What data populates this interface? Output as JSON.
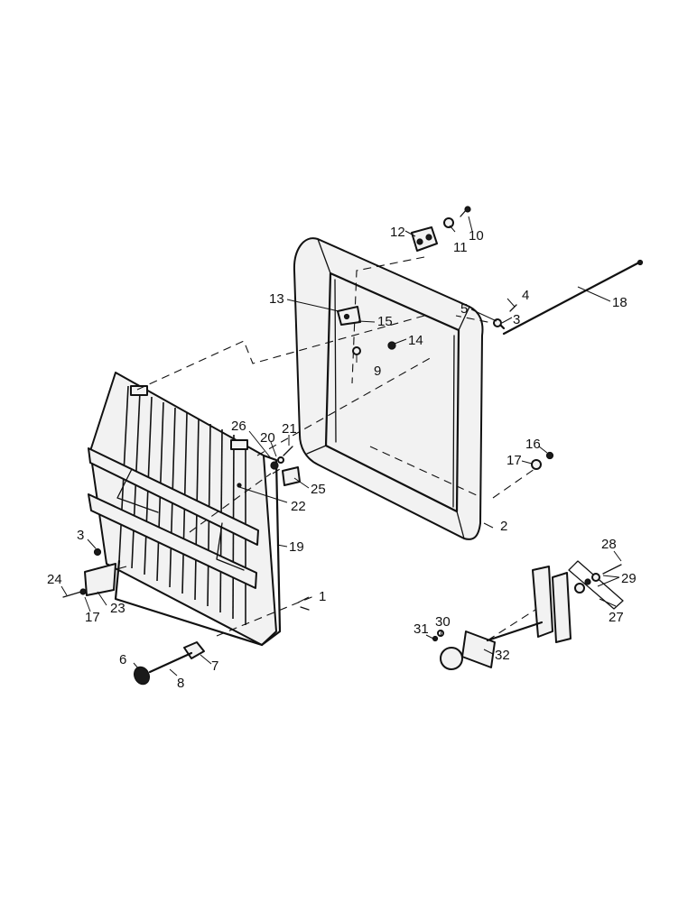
{
  "callouts": {
    "c1": "1",
    "c2": "2",
    "c3a": "3",
    "c3b": "3",
    "c4": "4",
    "c5": "5",
    "c6": "6",
    "c7": "7",
    "c8": "8",
    "c9": "9",
    "c10": "10",
    "c11": "11",
    "c12": "12",
    "c13": "13",
    "c14": "14",
    "c15": "15",
    "c16": "16",
    "c17a": "17",
    "c17b": "17",
    "c18": "18",
    "c19": "19",
    "c20": "20",
    "c21": "21",
    "c22": "22",
    "c23": "23",
    "c24": "24",
    "c25": "25",
    "c26": "26",
    "c27": "27",
    "c28": "28",
    "c29": "29",
    "c30": "30",
    "c31": "31",
    "c32": "32"
  }
}
